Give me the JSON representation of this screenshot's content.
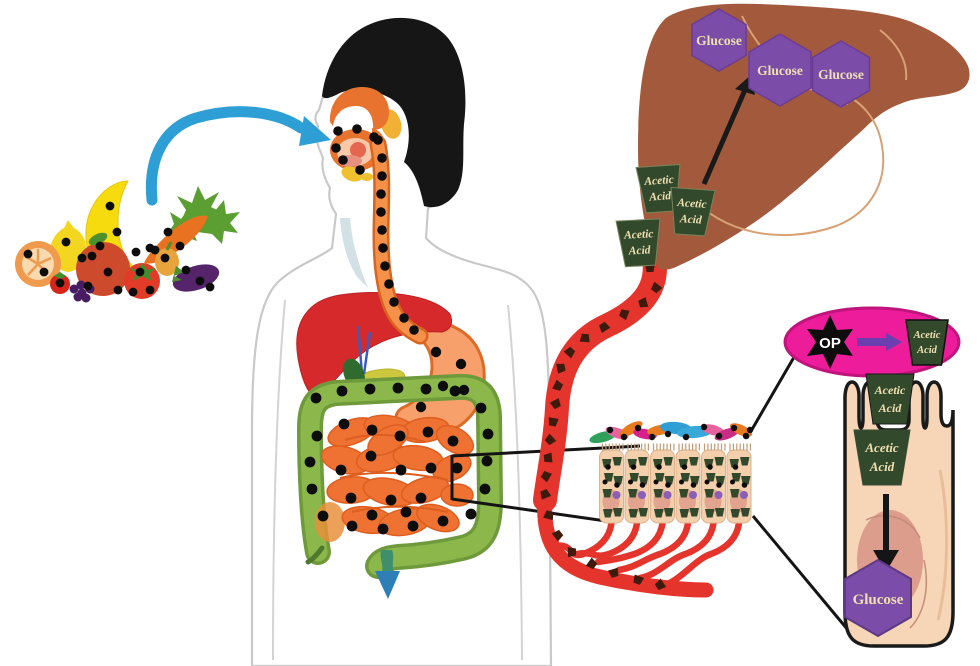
{
  "liver": {
    "hexagons": [
      {
        "label": "Glucose"
      },
      {
        "label": "Glucose"
      },
      {
        "label": "Glucose"
      }
    ],
    "trapezoids": [
      {
        "line1": "Acetic",
        "line2": "Acid"
      },
      {
        "line1": "Acetic",
        "line2": "Acid"
      },
      {
        "line1": "Acetic",
        "line2": "Acid"
      }
    ]
  },
  "op_bubble": {
    "star_label": "OP",
    "product": {
      "line1": "Acetic",
      "line2": "Acid"
    }
  },
  "enterocyte": {
    "apical": {
      "line1": "Acetic",
      "line2": "Acid"
    },
    "internal": {
      "line1": "Acetic",
      "line2": "Acid"
    },
    "glucose_label": "Glucose"
  },
  "colors": {
    "liver_brown": "#A3593B",
    "glucose_purple": "#7B4CA8",
    "acetic_green": "#33492C",
    "label_cream": "#EEE0B0",
    "op_pink": "#EC1C9A",
    "vessel_red": "#E5342B",
    "cell_tan": "#F6D6B6",
    "ingestion_arrow_blue": "#2E9FD4",
    "colon_green": "#8CB74B",
    "intestine_orange": "#EF7233",
    "anatomical_liver_red": "#D6292B",
    "conversion_arrow_purple": "#6B3FB0",
    "op_dot_black": "#0D0D0D"
  }
}
